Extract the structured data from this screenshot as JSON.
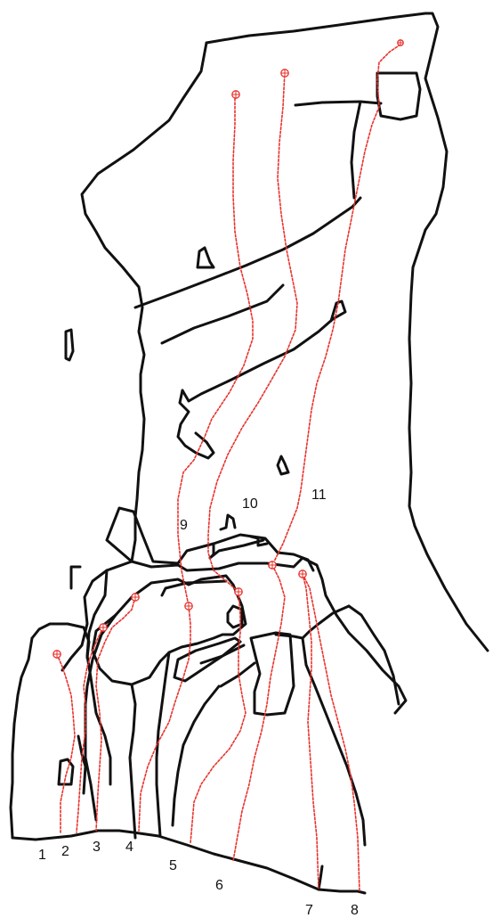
{
  "topo": {
    "route_color": "#e8322c",
    "outline_color": "#111111",
    "routes": [
      {
        "number": "1"
      },
      {
        "number": "2"
      },
      {
        "number": "3"
      },
      {
        "number": "4"
      },
      {
        "number": "5"
      },
      {
        "number": "6"
      },
      {
        "number": "7"
      },
      {
        "number": "8"
      },
      {
        "number": "9"
      },
      {
        "number": "10"
      },
      {
        "number": "11"
      }
    ]
  }
}
